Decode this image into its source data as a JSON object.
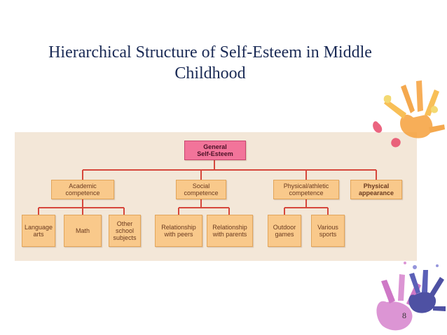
{
  "title": {
    "line1": "Hierarchical Structure of Self-Esteem in Middle",
    "line2": "Childhood"
  },
  "diagram": {
    "root": "General\nSelf-Esteem",
    "level1": {
      "academic": "Academic\ncompetence",
      "social": "Social\ncompetence",
      "physical_athletic": "Physical/athletic\ncompetence",
      "physical_appearance": "Physical\nappearance"
    },
    "level2": {
      "language_arts": "Language\narts",
      "math": "Math",
      "other_subjects": "Other\nschool\nsubjects",
      "relationship_peers": "Relationship\nwith peers",
      "relationship_parents": "Relationship\nwith parents",
      "outdoor_games": "Outdoor\ngames",
      "various_sports": "Various\nsports"
    }
  },
  "page_number": "8",
  "colors": {
    "root_box": "#f2749a",
    "node_box": "#f9c98b",
    "connector": "#d6473c",
    "panel_bg": "#f3e7d8"
  }
}
